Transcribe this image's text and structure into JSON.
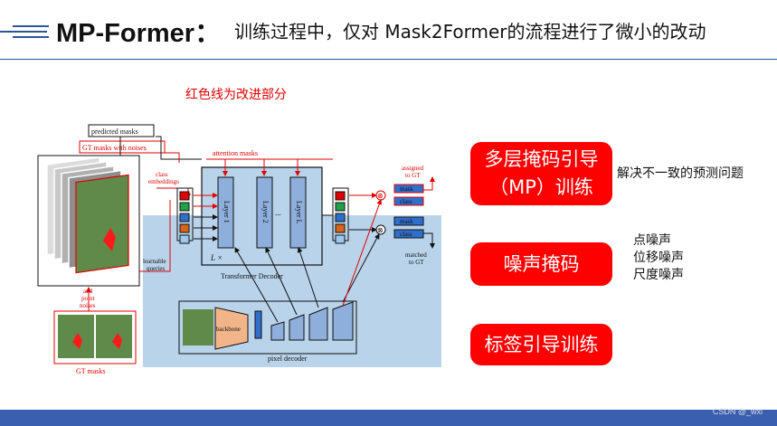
{
  "header": {
    "title": "MP-Former：",
    "subtitle": "训练过程中，仅对 Mask2Former的流程进行了微小的改动"
  },
  "note": "红色线为改进部分",
  "figure": {
    "predicted_masks": "predicted masks",
    "gt_masks_noises": "GT masks  with noises",
    "attention_masks": "attention masks",
    "class_embeddings_1": "class",
    "class_embeddings_2": "embeddings",
    "assigned_1": "assigned",
    "assigned_2": "to GT",
    "matched_1": "matched",
    "matched_2": "to GT",
    "mask": "mask",
    "class": "class",
    "layer1": "Layer 1",
    "layer2": "Layer 2",
    "layerL": "Layer L",
    "dots": "...",
    "lx": "L ×",
    "transformer_decoder": "Transformer Decoder",
    "learnable_1": "learnable",
    "learnable_2": "queries",
    "add_1": "add",
    "add_2": "point",
    "add_3": "noises",
    "gt_masks": "GT masks",
    "backbone": "backbone",
    "pixel_decoder": "pixel decoder"
  },
  "pills": {
    "p1_line1": "多层掩码引导",
    "p1_line2": "（MP）训练",
    "p2": "噪声掩码",
    "p3": "标签引导训练"
  },
  "notes": {
    "p1_note": "解决不一致的预测问题",
    "noises": [
      "点噪声",
      "位移噪声",
      "尺度噪声"
    ]
  },
  "watermark": "CSDN @_wxl",
  "colors": {
    "accent_red": "#ff0000",
    "bar_blue": "#3a5fb0",
    "panel_blue": "#b9d3ea"
  }
}
